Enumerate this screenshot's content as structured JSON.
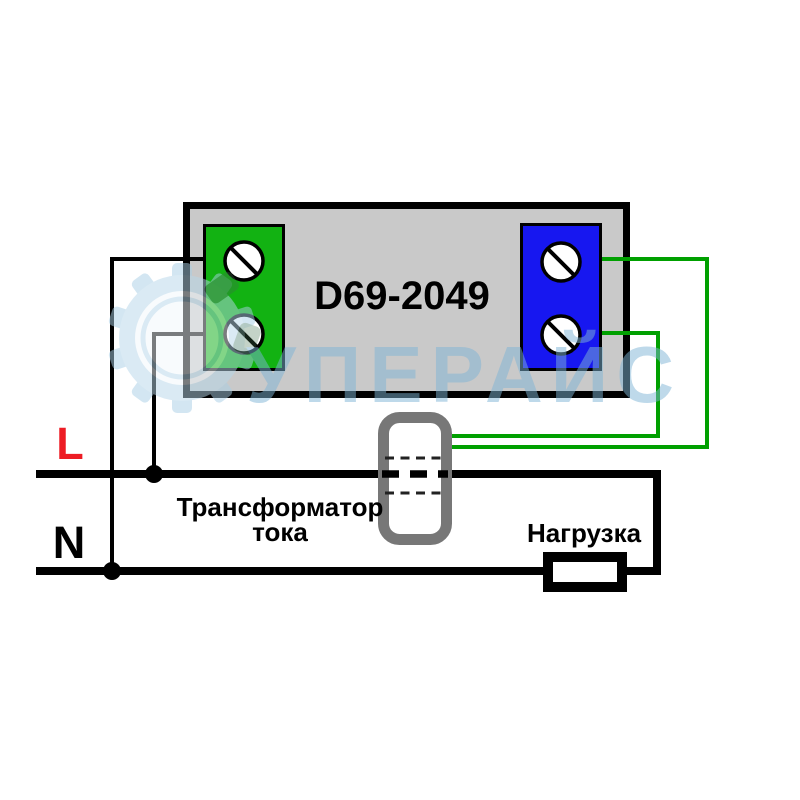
{
  "colors": {
    "device_fill": "#c9c9c9",
    "outline": "#000000",
    "terminal_green": "#12b212",
    "terminal_blue": "#1717f0",
    "ct_wire_green": "#00a000",
    "transformer_gray": "#777777",
    "live_label_red": "#ed1c24",
    "watermark_blue": "#7fb5d6"
  },
  "device": {
    "model": "D69-2049"
  },
  "power_lines": {
    "live_label": "L",
    "neutral_label": "N"
  },
  "transformer": {
    "label_line1": "Трансформатор",
    "label_line2": "тока"
  },
  "load": {
    "label": "Нагрузка"
  },
  "watermark": {
    "text": "УПЕРАЙС",
    "icon": "gear-icon"
  }
}
